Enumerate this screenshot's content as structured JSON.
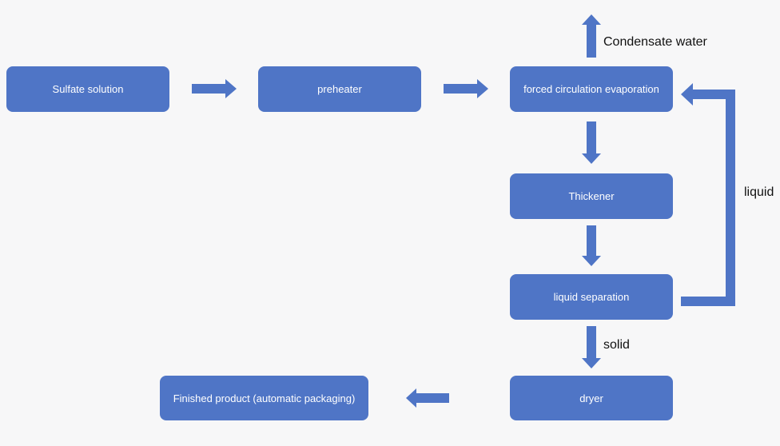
{
  "colors": {
    "box_fill": "#4f75c6",
    "arrow_fill": "#4f75c6",
    "box_text": "#ffffff",
    "label_text": "#111111",
    "background": "#f7f7f8"
  },
  "nodes": {
    "sulfate_solution": "Sulfate solution",
    "preheater": "preheater",
    "evaporation": "forced circulation evaporation",
    "thickener": "Thickener",
    "liquid_separation": "liquid separation",
    "dryer": "dryer",
    "finished_product": "Finished product (automatic packaging)"
  },
  "labels": {
    "condensate_water": "Condensate water",
    "liquid": "liquid",
    "solid": "solid"
  }
}
